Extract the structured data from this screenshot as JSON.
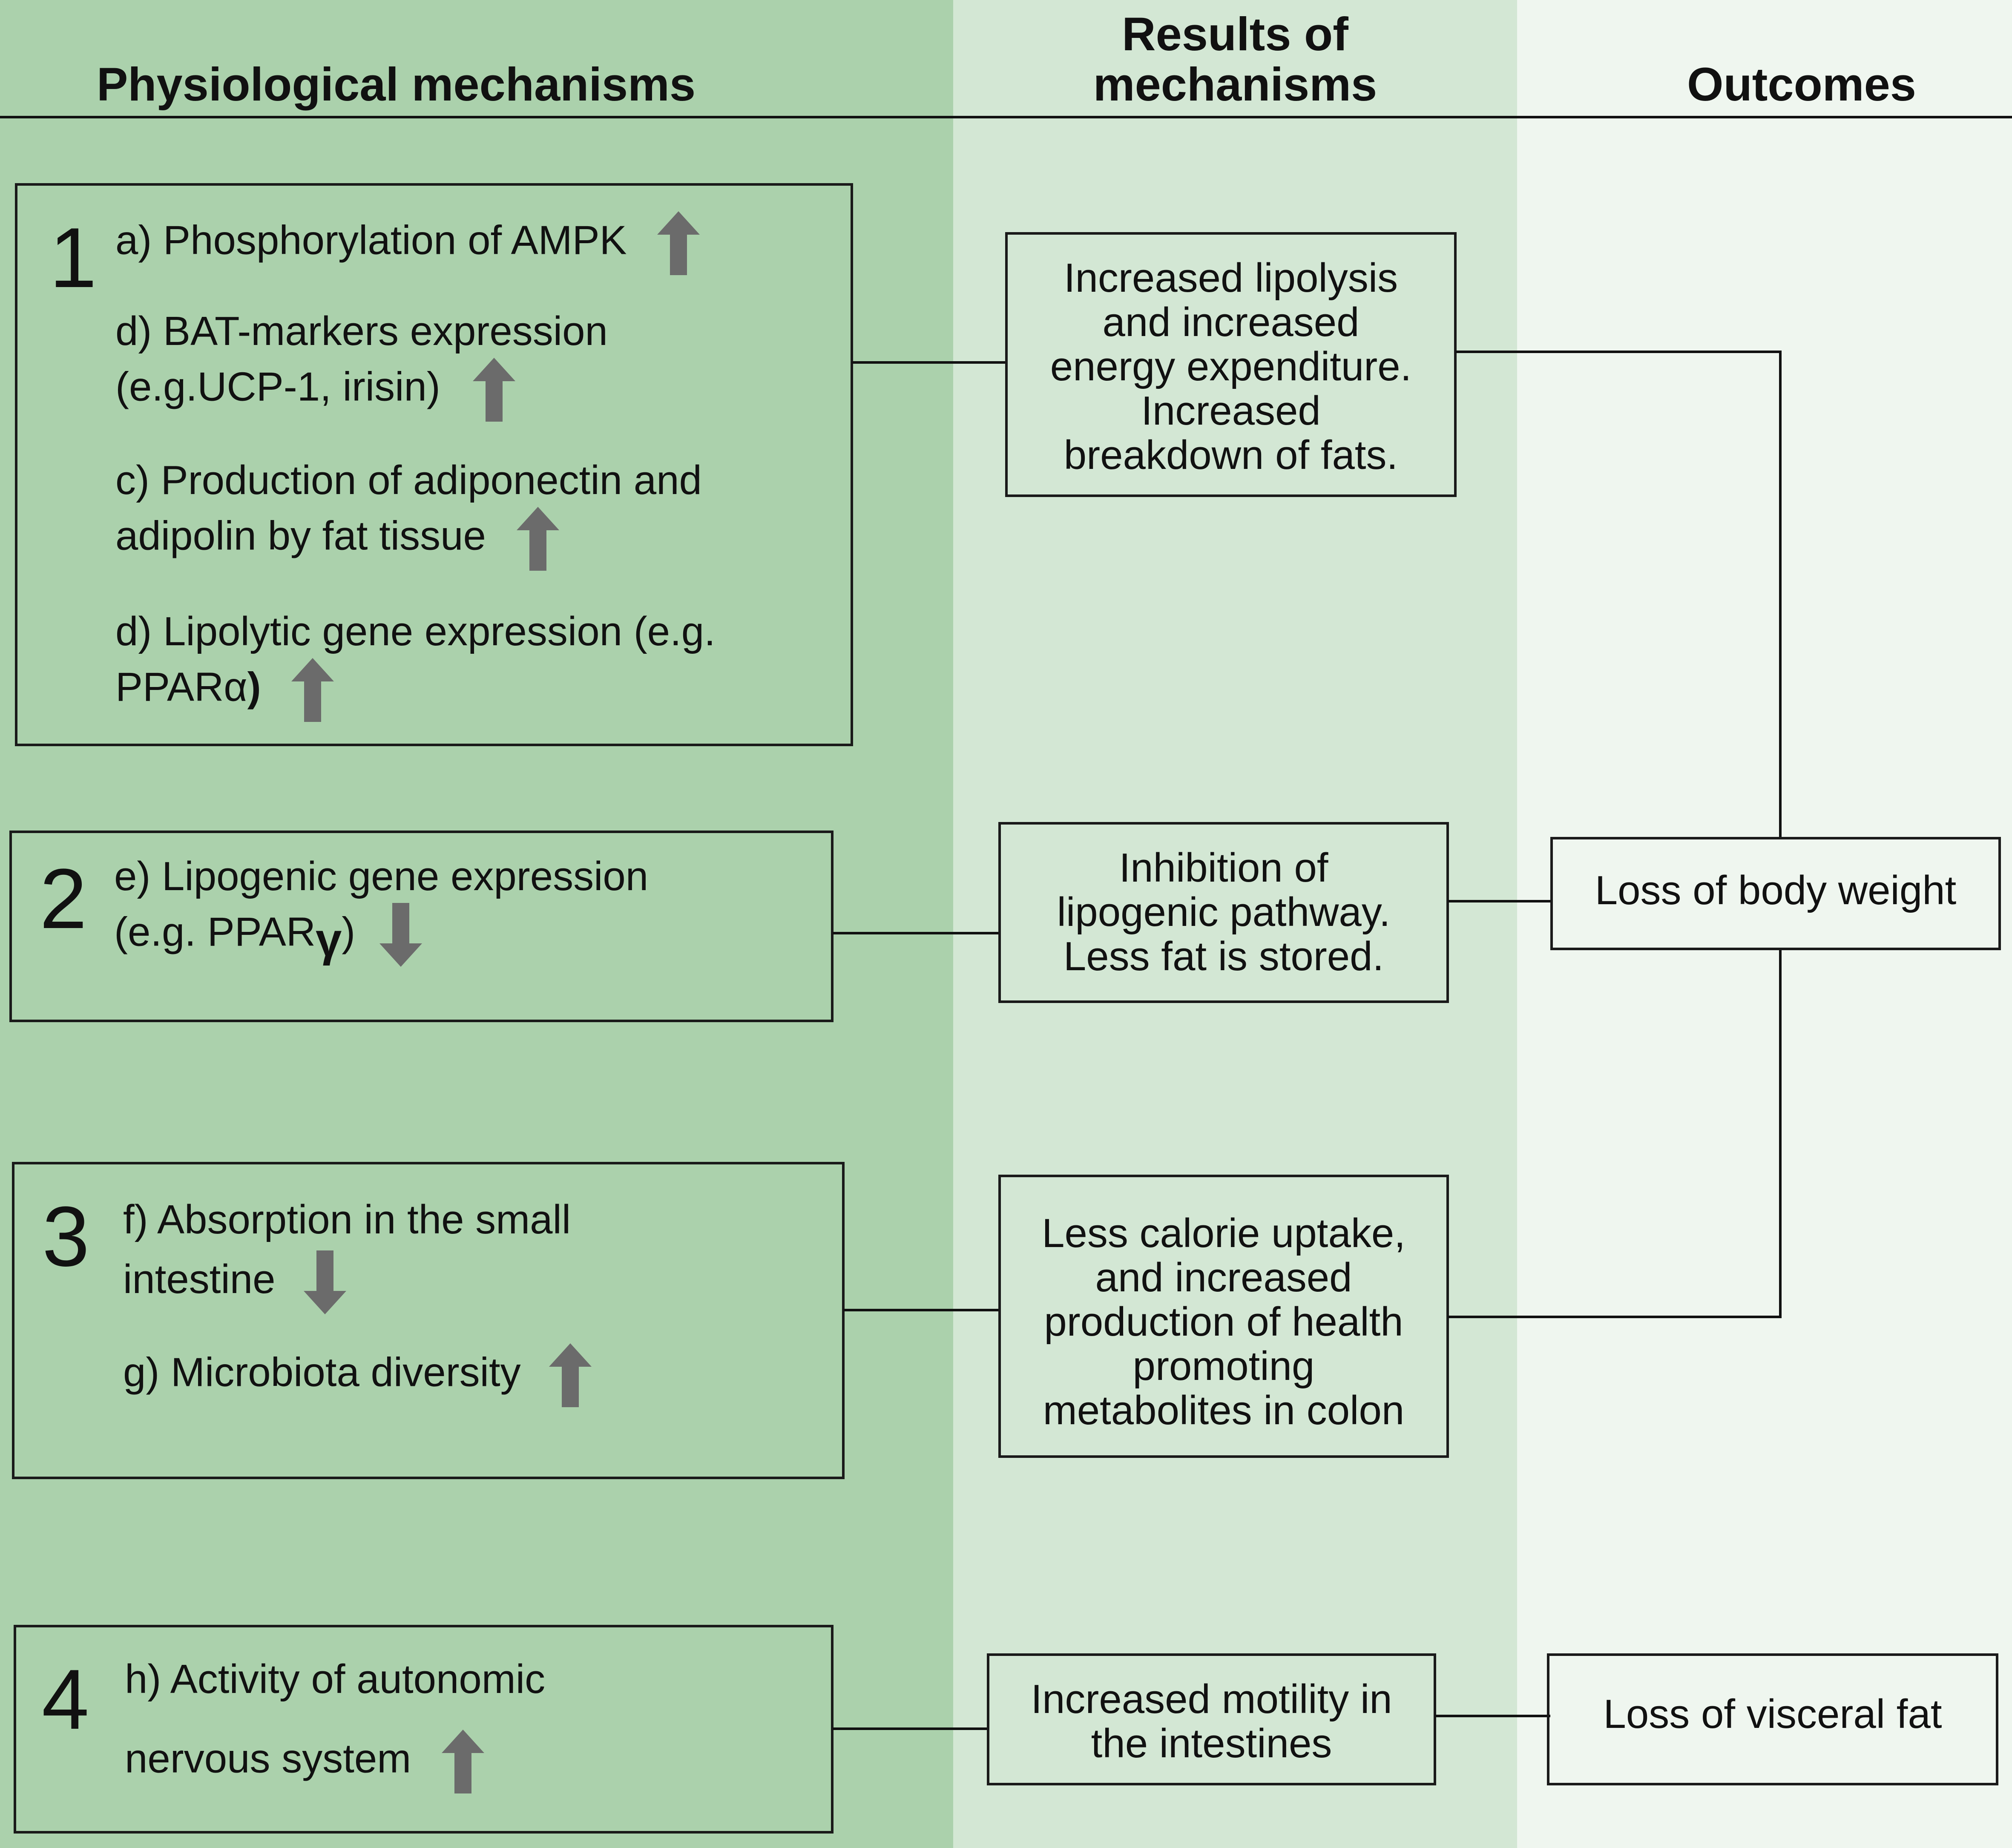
{
  "headers": {
    "mechanisms": "Physiological mechanisms",
    "results": "Results of\nmechanisms",
    "outcomes": "Outcomes"
  },
  "groups": [
    {
      "number": "1",
      "items": [
        {
          "text": "a) Phosphorylation of AMPK",
          "arrow": "up"
        },
        {
          "line1": "d) BAT-markers expression",
          "line2": "(e.g.UCP-1, irisin)",
          "arrow": "up"
        },
        {
          "line1": "c) Production of adiponectin and",
          "line2": "adipolin by fat tissue",
          "arrow": "up"
        },
        {
          "line1": "d) Lipolytic gene expression (e.g.",
          "line2": "PPARα",
          "suffix": ")",
          "arrow": "up"
        }
      ],
      "result": "Increased lipolysis\nand increased\nenergy expenditure.\nIncreased\nbreakdown of fats."
    },
    {
      "number": "2",
      "items": [
        {
          "line1": "e) Lipogenic gene expression",
          "line2": "(e.g. PPAR",
          "gamma": "γ",
          "suffix": ")",
          "arrow": "down"
        }
      ],
      "result": "Inhibition of\nlipogenic pathway.\nLess fat is stored."
    },
    {
      "number": "3",
      "items": [
        {
          "line1": "f) Absorption in the small",
          "line2": "intestine",
          "arrow": "down"
        },
        {
          "text": "g) Microbiota diversity",
          "arrow": "up"
        }
      ],
      "result": "Less calorie uptake,\nand increased\nproduction of health\npromoting\nmetabolites in colon"
    },
    {
      "number": "4",
      "items": [
        {
          "text": "h) Activity of autonomic"
        },
        {
          "text": "nervous system",
          "arrow": "up"
        }
      ],
      "result": "Increased motility in\nthe intestines"
    }
  ],
  "outcomes": [
    {
      "text": "Loss of body weight"
    },
    {
      "text": "Loss of visceral fat"
    }
  ],
  "colors": {
    "mechanisms_bg": "#abd1ac",
    "results_bg": "#d3e7d4",
    "outcomes_bg": "#eff6ef",
    "arrow": "#6b6b6b"
  }
}
